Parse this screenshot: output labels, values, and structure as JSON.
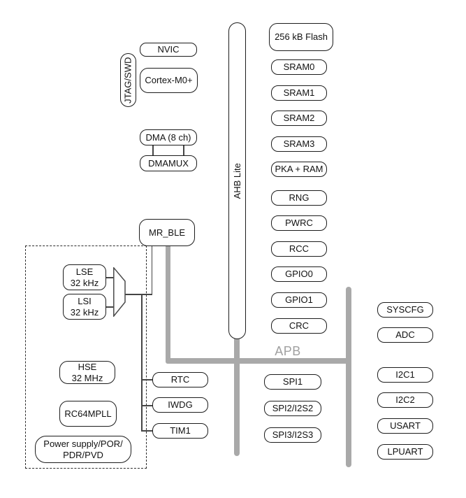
{
  "diagram": {
    "core": {
      "jtag": "JTAG/SWD",
      "nvic": "NVIC",
      "cortex": "Cortex-M0+",
      "dma": "DMA (8 ch)",
      "dmamux": "DMAMUX",
      "mr_ble": "MR_BLE"
    },
    "buses": {
      "ahb": "AHB Lite",
      "apb": "APB"
    },
    "ahb_peripherals": [
      "256 kB Flash",
      "SRAM0",
      "SRAM1",
      "SRAM2",
      "SRAM3",
      "PKA + RAM",
      "RNG",
      "PWRC",
      "RCC",
      "GPIO0",
      "GPIO1",
      "CRC"
    ],
    "clock_power": {
      "lse": "LSE\n32 kHz",
      "lsi": "LSI\n32 kHz",
      "hse": "HSE\n32 MHz",
      "pll": "RC64MPLL",
      "power": "Power supply/POR/\nPDR/PVD"
    },
    "timers": [
      "RTC",
      "IWDG",
      "TIM1"
    ],
    "apb_center_peripherals": [
      "SPI1",
      "SPI2/I2S2",
      "SPI3/I2S3"
    ],
    "apb_right_peripherals": [
      "SYSCFG",
      "ADC",
      "I2C1",
      "I2C2",
      "USART",
      "LPUART"
    ],
    "colors": {
      "bus_gray": "#a9a9a9",
      "box_border": "#1c1c1c",
      "apb_label_gray": "#a0a0a0",
      "connector": "#454545"
    }
  }
}
